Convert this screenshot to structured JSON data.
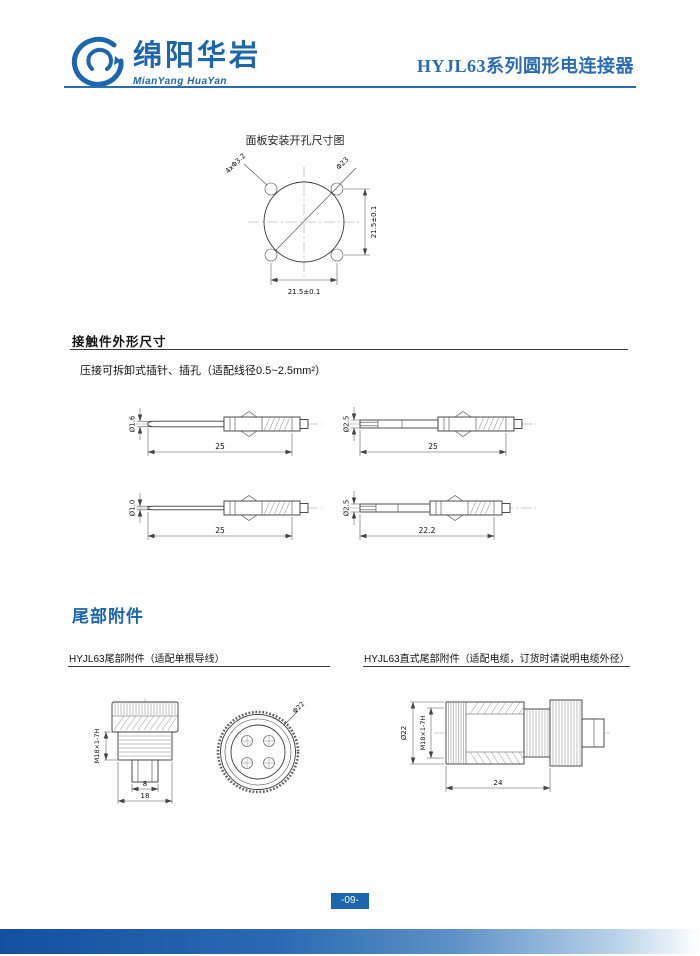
{
  "colors": {
    "brand_blue": "#1b66ad",
    "title_blue": "#2a6cb4"
  },
  "header": {
    "logo_title": "绵阳华岩",
    "logo_subtitle": "MianYang HuaYan",
    "page_title": "HYJL63系列圆形电连接器"
  },
  "panel": {
    "title": "面板安装开孔尺寸图",
    "label_holes": "4xΦ3.2",
    "label_diameter": "Φ23",
    "dim_vertical": "21.5±0.1",
    "dim_horizontal": "21.5±0.1"
  },
  "contact": {
    "title": "接触件外形尺寸",
    "note": "压接可拆卸式插针、插孔（适配线径0.5~2.5mm²）",
    "drawings": [
      {
        "name": "pin",
        "diameter": "Ø1.6",
        "length": "25"
      },
      {
        "name": "socket",
        "diameter": "Ø2.5",
        "length": "25"
      },
      {
        "name": "pin",
        "diameter": "Ø1.0",
        "length": "25"
      },
      {
        "name": "socket",
        "diameter": "Ø2.5",
        "length": "22.2"
      }
    ]
  },
  "tail": {
    "title": "尾部附件",
    "left": {
      "heading": "HYJL63尾部附件（适配单根导线）",
      "thread_label": "M18×1-7H",
      "dim_inner": "8",
      "dim_outer": "18",
      "front_diameter": "Φ22"
    },
    "right": {
      "heading": "HYJL63直式尾部附件（适配电缆，订货时请说明电缆外径）",
      "diameter": "Ø22",
      "thread_label": "M18×1-7H",
      "dim_length": "24"
    }
  },
  "footer": {
    "page_number": "-09-"
  }
}
